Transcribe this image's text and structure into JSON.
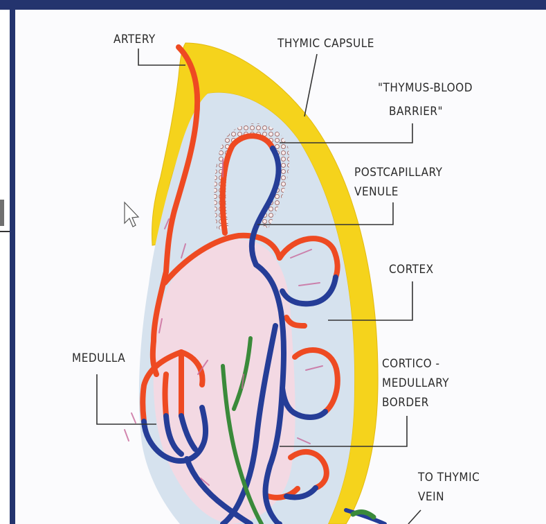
{
  "labels": {
    "artery": "ARTERY",
    "thymic_capsule": "THYMIC CAPSULE",
    "barrier_line1": "\"THYMUS-BLOOD",
    "barrier_line2": "BARRIER\"",
    "postcap_line1": "POSTCAPILLARY",
    "postcap_line2": "VENULE",
    "cortex": "CORTEX",
    "medulla": "MEDULLA",
    "cm_line1": "CORTICO -",
    "cm_line2": "MEDULLARY",
    "cm_line3": "BORDER",
    "vein_line1": "TO THYMIC",
    "vein_line2": "VEIN"
  },
  "colors": {
    "capsule": "#f5d31c",
    "cortex": "#d6e2ee",
    "medulla": "#f3d9e3",
    "artery": "#ee4a22",
    "vein": "#253d97",
    "lymphatic": "#3a8a3a",
    "frame_border": "#24346e"
  }
}
